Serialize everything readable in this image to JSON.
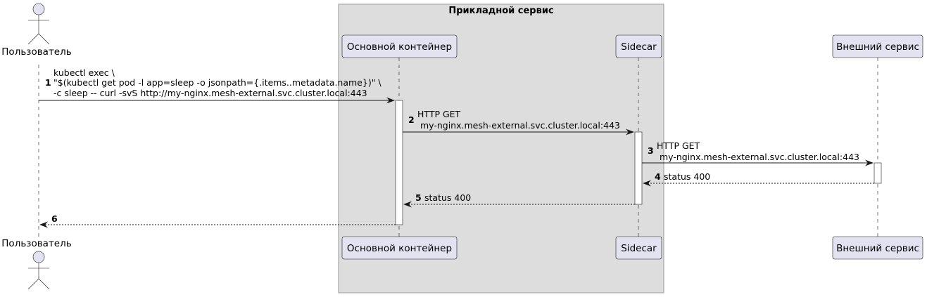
{
  "diagram": {
    "group_title": "Прикладной сервис",
    "actor": {
      "label": "Пользователь"
    },
    "participants": [
      {
        "id": "main",
        "label": "Основной контейнер"
      },
      {
        "id": "sidecar",
        "label": "Sidecar"
      },
      {
        "id": "external",
        "label": "Внешний сервис"
      }
    ],
    "messages": [
      {
        "num": "1",
        "lines": [
          "kubectl exec \\",
          "\"$(kubectl get pod -l app=sleep -o jsonpath={.items..metadata.name})\" \\",
          "-c sleep -- curl -svS http://my-nginx.mesh-external.svc.cluster.local:443"
        ],
        "style": "solid"
      },
      {
        "num": "2",
        "lines": [
          "HTTP GET",
          " my-nginx.mesh-external.svc.cluster.local:443"
        ],
        "style": "solid"
      },
      {
        "num": "3",
        "lines": [
          "HTTP GET",
          " my-nginx.mesh-external.svc.cluster.local:443"
        ],
        "style": "solid"
      },
      {
        "num": "4",
        "lines": [
          "status 400"
        ],
        "style": "dashed"
      },
      {
        "num": "5",
        "lines": [
          "status 400"
        ],
        "style": "dashed"
      },
      {
        "num": "6",
        "lines": [],
        "style": "dashed"
      }
    ],
    "colors": {
      "group_fill": "#dddddd",
      "group_stroke": "#999999",
      "participant_fill": "#e2e2f0",
      "participant_stroke": "#181818",
      "lifeline": "#181818",
      "arrow": "#181818"
    }
  }
}
